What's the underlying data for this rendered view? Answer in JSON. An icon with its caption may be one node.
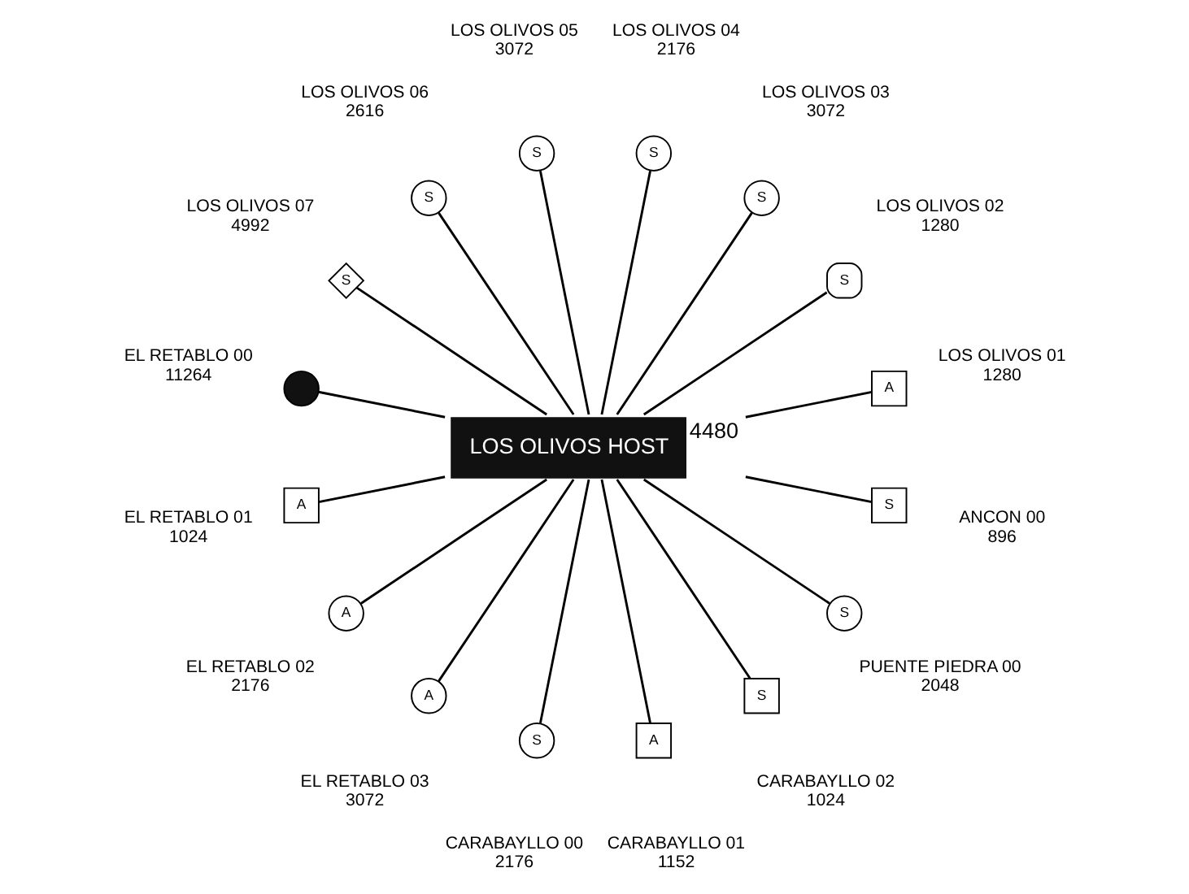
{
  "diagram": {
    "nodes": [
      {
        "text": [
          "LOS OLIVOS HOST"
        ],
        "beside": [
          "4480"
        ]
      },
      {
        "text": [
          "A"
        ],
        "beside": [
          "LOS OLIVOS 01",
          "1280"
        ]
      },
      {
        "text": [
          "S"
        ],
        "beside": [
          "LOS OLIVOS 02",
          "1280"
        ]
      },
      {
        "text": [
          "S"
        ],
        "beside": [
          "LOS OLIVOS 03",
          "3072"
        ]
      },
      {
        "text": [
          "S"
        ],
        "beside": [
          "LOS OLIVOS 04",
          "2176"
        ]
      },
      {
        "text": [
          "S"
        ],
        "beside": [
          "LOS OLIVOS 05",
          "3072"
        ]
      },
      {
        "text": [
          "S"
        ],
        "beside": [
          "LOS OLIVOS 06",
          "2616"
        ]
      },
      {
        "text": [
          "S"
        ],
        "beside": [
          "LOS OLIVOS 07",
          "4992"
        ]
      },
      {
        "text": [],
        "shape": "circle",
        "beside": [
          "EL RETABLO 00",
          "11264"
        ]
      },
      {
        "text": [
          "A"
        ],
        "beside": [
          "EL RETABLO 01",
          "1024"
        ]
      },
      {
        "text": [
          "A"
        ],
        "beside": [
          "EL RETABLO 02",
          "2176"
        ]
      },
      {
        "text": [
          "A"
        ],
        "beside": [
          "EL RETABLO 03",
          "3072"
        ]
      },
      {
        "text": [
          "S"
        ],
        "beside": [
          "CARABAYLLO 00",
          "2176"
        ]
      },
      {
        "text": [
          "A"
        ],
        "beside": [
          "CARABAYLLO 01",
          "1152"
        ]
      },
      {
        "text": [
          "S"
        ],
        "beside": [
          "CARABAYLLO 02",
          "1024"
        ]
      },
      {
        "text": [
          "S"
        ],
        "beside": [
          "PUENTE PIEDRA 00",
          "2048"
        ]
      },
      {
        "text": [
          "S"
        ],
        "beside": [
          "ANCON 00",
          "896"
        ]
      }
    ],
    "edges": [
      {
        "from": 0,
        "to": 1,
        "arrow": "none"
      },
      {
        "from": 0,
        "to": 2,
        "arrow": "none"
      },
      {
        "from": 0,
        "to": 3,
        "arrow": "none"
      },
      {
        "from": 0,
        "to": 4,
        "arrow": "none"
      },
      {
        "from": 0,
        "to": 5,
        "arrow": "none"
      },
      {
        "from": 0,
        "to": 6,
        "arrow": "none"
      },
      {
        "from": 0,
        "to": 7,
        "arrow": "none"
      },
      {
        "from": 0,
        "to": 8,
        "arrow": "none"
      },
      {
        "from": 0,
        "to": 9,
        "arrow": "none"
      },
      {
        "from": 0,
        "to": 10,
        "arrow": "none"
      },
      {
        "from": 0,
        "to": 11,
        "arrow": "none"
      },
      {
        "from": 0,
        "to": 12,
        "arrow": "none"
      },
      {
        "from": 0,
        "to": 13,
        "arrow": "none"
      },
      {
        "from": 0,
        "to": 14,
        "arrow": "none"
      },
      {
        "from": 0,
        "to": 15,
        "arrow": "none"
      },
      {
        "from": 0,
        "to": 16,
        "arrow": "none"
      }
    ]
  }
}
